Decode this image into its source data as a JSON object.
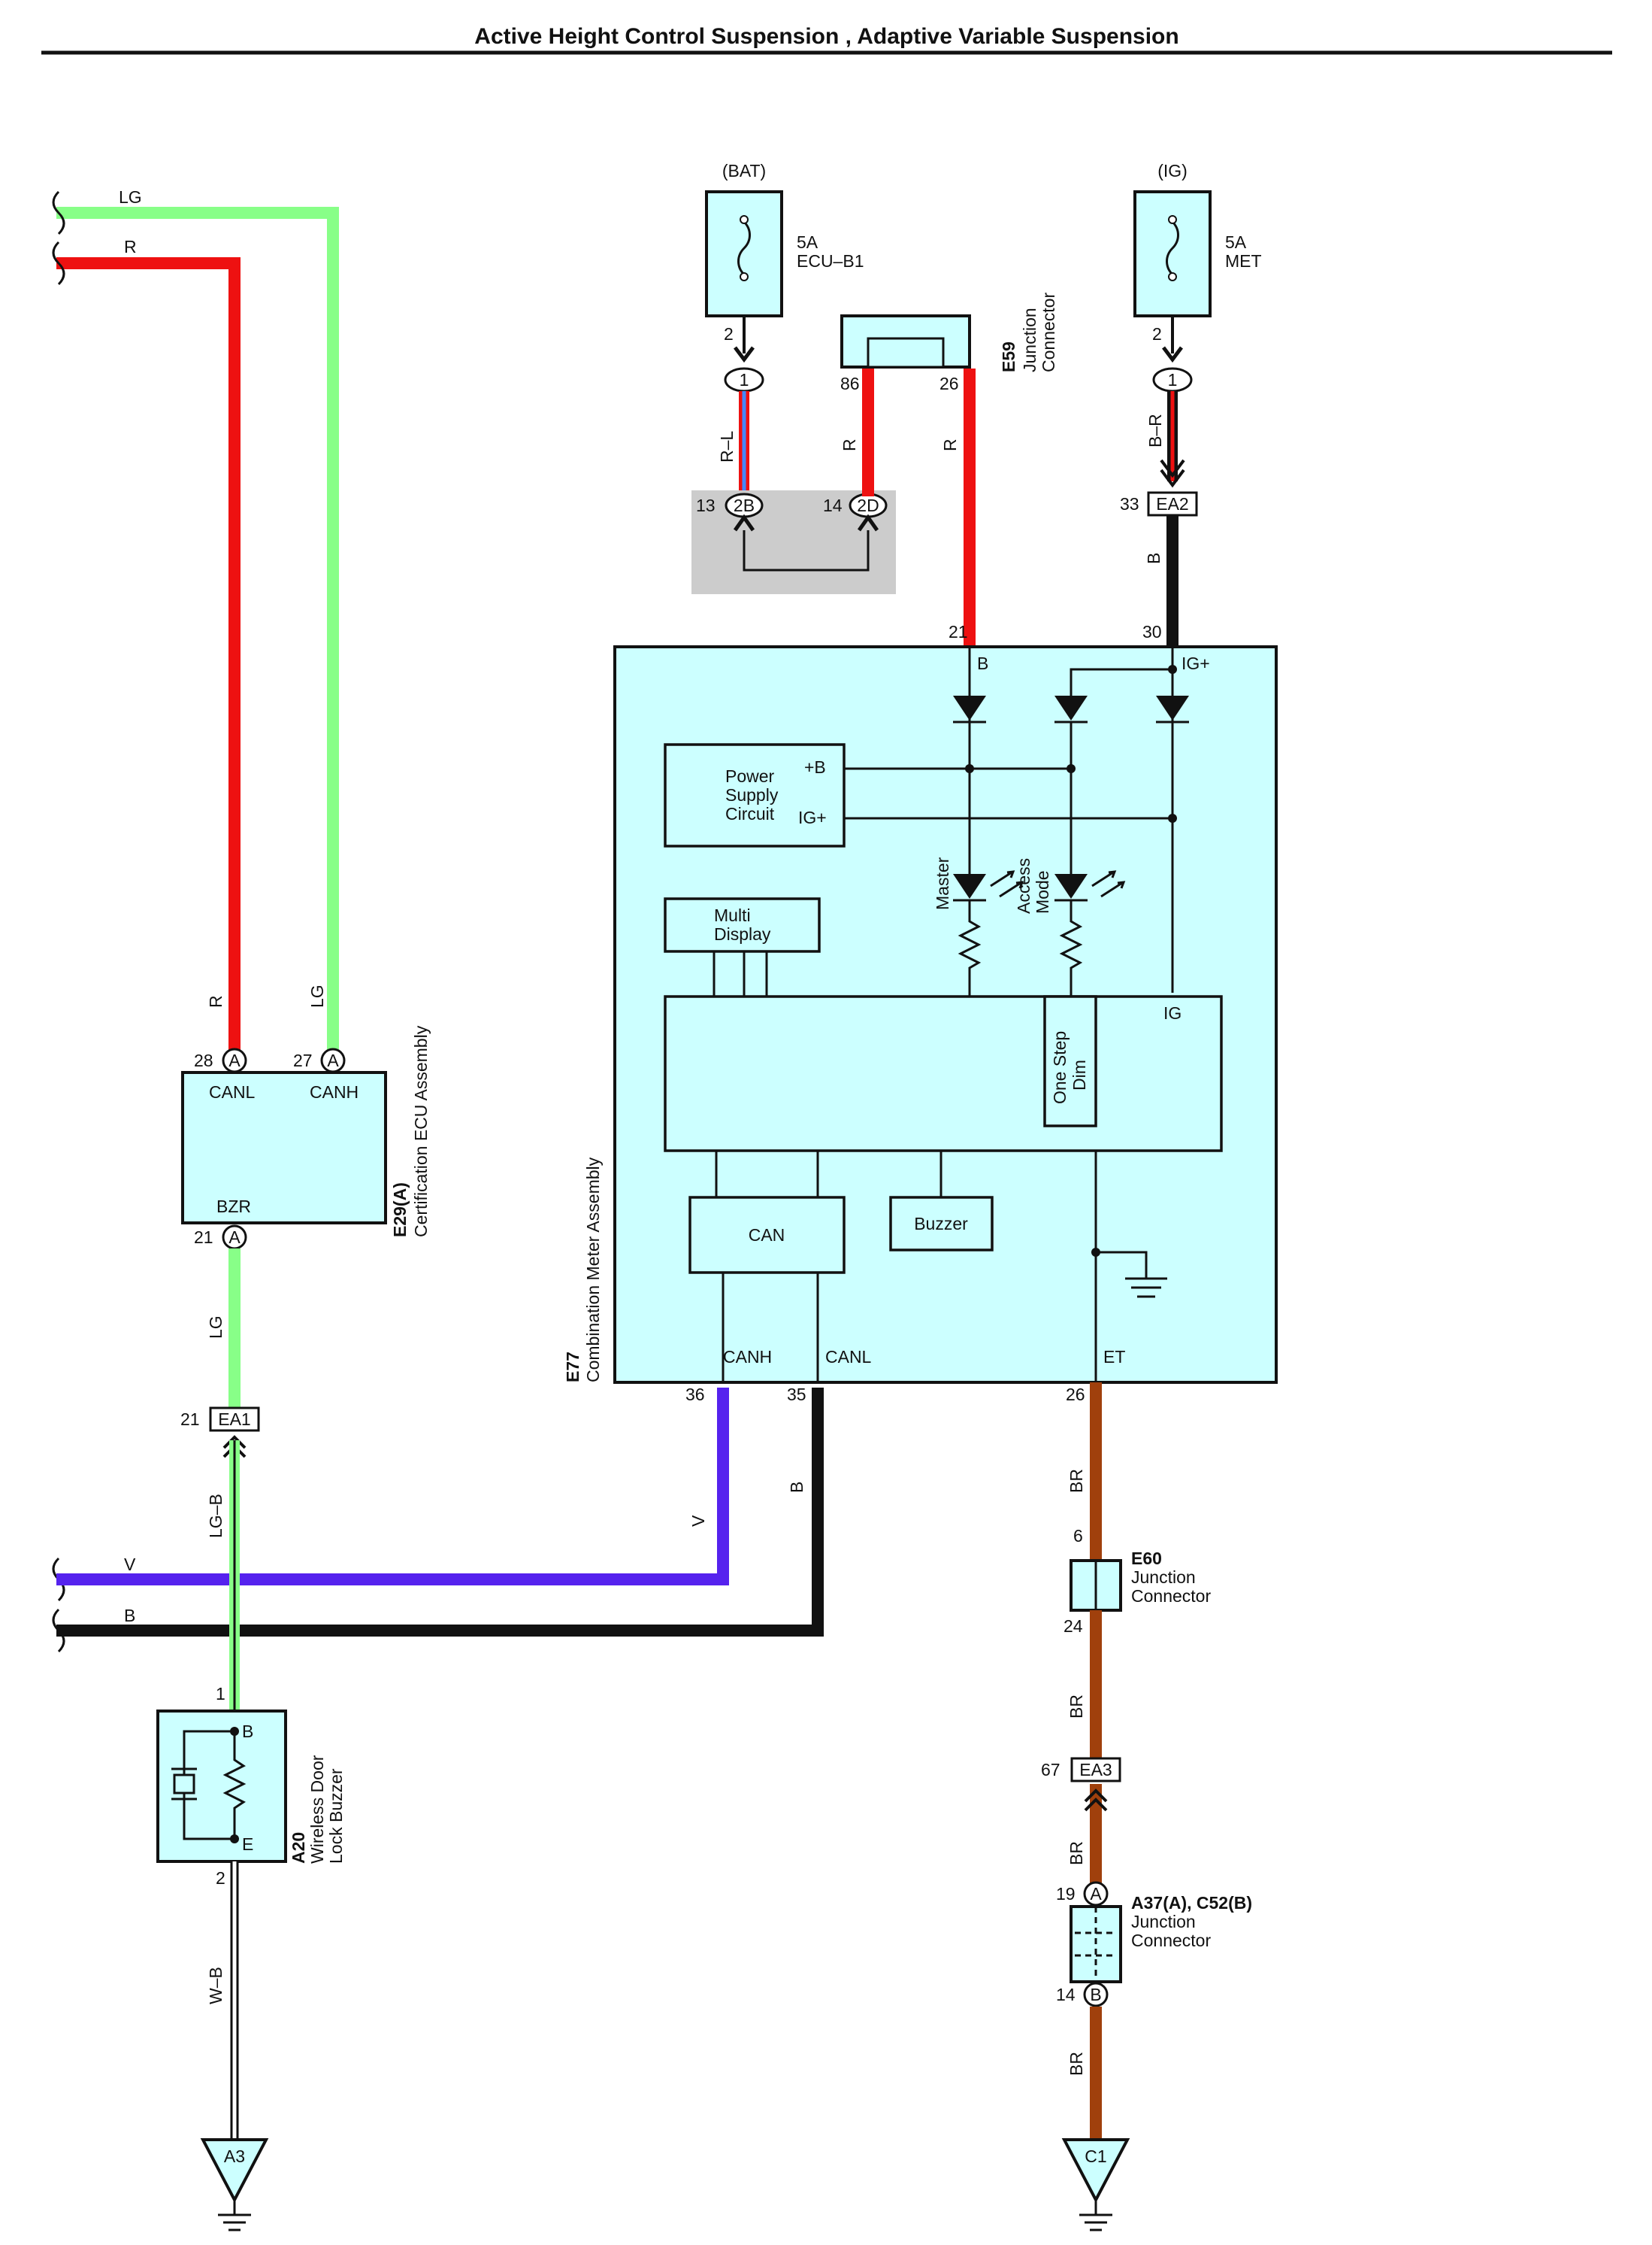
{
  "title": "Active Height Control Suspension , Adaptive Variable Suspension",
  "colors": {
    "LG": "#88ff88",
    "R": "#ee1111",
    "V": "#5522ee",
    "B": "#111111",
    "BR": "#a0400c",
    "component": "#ccffff",
    "splice": "#cccccc"
  },
  "power": {
    "bat_label": "(BAT)",
    "bat_fuse_amp": "5A",
    "bat_fuse_name": "ECU–B1",
    "bat_pin": "2",
    "bat_conn": "1",
    "ig_label": "(IG)",
    "ig_fuse_amp": "5A",
    "ig_fuse_name": "MET",
    "ig_pin": "2",
    "ig_conn": "1"
  },
  "wires": {
    "lg": "LG",
    "r": "R",
    "rl": "R–L",
    "br_label": "B–R",
    "b": "B",
    "v": "V",
    "lgb": "LG–B",
    "br": "BR",
    "wb": "W–B"
  },
  "e59": {
    "id": "E59",
    "name1": "Junction",
    "name2": "Connector",
    "pin_a": "86",
    "pin_b": "26"
  },
  "splice": {
    "pin1": "13",
    "conn1": "2B",
    "pin2": "14",
    "conn2": "2D"
  },
  "ea2": {
    "pin": "33",
    "label": "EA2"
  },
  "e29": {
    "id": "E29(A)",
    "name": "Certification ECU Assembly",
    "pin_canl": "28",
    "pin_canh": "27",
    "pin_bzr": "21",
    "conn": "A",
    "canl": "CANL",
    "canh": "CANH",
    "bzr": "BZR"
  },
  "ea1": {
    "pin": "21",
    "label": "EA1"
  },
  "e77": {
    "id": "E77",
    "name": "Combination Meter Assembly",
    "pin21": "21",
    "pin30": "30",
    "pin36": "36",
    "pin35": "35",
    "pin26": "26",
    "b": "B",
    "igp": "IG+",
    "canh": "CANH",
    "canl": "CANL",
    "et": "ET",
    "power_l1": "Power",
    "power_l2": "Supply",
    "power_l3": "Circuit",
    "plus_b": "+B",
    "ig_plus": "IG+",
    "multi1": "Multi",
    "multi2": "Display",
    "master": "Master",
    "access1": "Access",
    "access2": "Mode",
    "onestep1": "One Step",
    "onestep2": "Dim",
    "ig": "IG",
    "can": "CAN",
    "buzzer": "Buzzer"
  },
  "e60": {
    "id": "E60",
    "name1": "Junction",
    "name2": "Connector",
    "pin_top": "6",
    "pin_bot": "24"
  },
  "ea3": {
    "pin": "67",
    "label": "EA3"
  },
  "a37": {
    "id": "A37(A), C52(B)",
    "name1": "Junction",
    "name2": "Connector",
    "pin_a": "19",
    "conn_a": "A",
    "pin_b": "14",
    "conn_b": "B"
  },
  "a20": {
    "id": "A20",
    "name1": "Wireless Door",
    "name2": "Lock Buzzer",
    "pin1": "1",
    "pin2": "2",
    "b": "B",
    "e": "E"
  },
  "grounds": {
    "a3": "A3",
    "c1": "C1"
  }
}
